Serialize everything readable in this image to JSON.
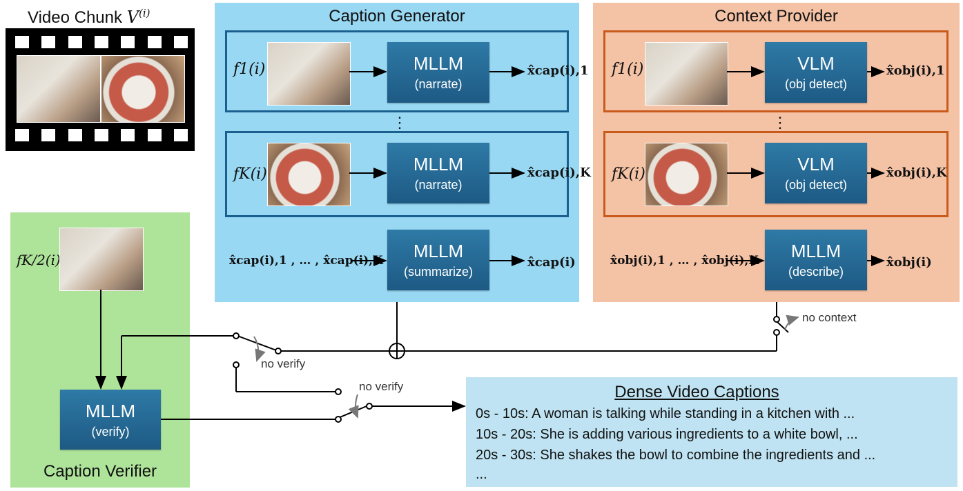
{
  "video": {
    "title": "Video Chunk V(i)",
    "title_text": "Video Chunk ",
    "title_math": "V"
  },
  "caption_generator": {
    "title": "Caption Generator",
    "rows": [
      {
        "frame": "f1(i)",
        "model": "MLLM",
        "task": "(narrate)",
        "output": "x̂cap(i),1"
      },
      {
        "frame": "fK(i)",
        "model": "MLLM",
        "task": "(narrate)",
        "output": "x̂cap(i),K"
      }
    ],
    "summary": {
      "inputs": "x̂cap(i),1 , … , x̂cap(i),K",
      "model": "MLLM",
      "task": "(summarize)",
      "output": "x̂cap(i)"
    },
    "ellipsis": "⋮"
  },
  "context_provider": {
    "title": "Context Provider",
    "rows": [
      {
        "frame": "f1(i)",
        "model": "VLM",
        "task": "(obj detect)",
        "output": "x̂obj(i),1"
      },
      {
        "frame": "fK(i)",
        "model": "VLM",
        "task": "(obj detect)",
        "output": "x̂obj(i),K"
      }
    ],
    "summary": {
      "inputs": "x̂obj(i),1 , … , x̂obj(i),K",
      "model": "MLLM",
      "task": "(describe)",
      "output": "x̂obj(i)"
    },
    "ellipsis": "⋮"
  },
  "caption_verifier": {
    "title": "Caption Verifier",
    "frame": "fK/2(i)",
    "model": "MLLM",
    "task": "(verify)"
  },
  "switches": {
    "no_context": "no context",
    "no_verify_1": "no verify",
    "no_verify_2": "no verify",
    "combine_symbol": "⊕"
  },
  "output": {
    "title": "Dense Video Captions",
    "lines": [
      "0s - 10s: A woman is talking while standing in a kitchen with ...",
      "10s - 20s: She is adding various ingredients to a white bowl, ...",
      "20s - 30s: She shakes the bowl to combine the ingredients and ...",
      "..."
    ]
  },
  "colors": {
    "caption_generator_bg": "#99d8f3",
    "context_provider_bg": "#f4c2a5",
    "caption_verifier_bg": "#aee39a",
    "output_bg": "#bfe3f2",
    "model_box": "#1d5a84",
    "generator_border": "#1b5f8f",
    "context_border": "#c85a1c"
  }
}
